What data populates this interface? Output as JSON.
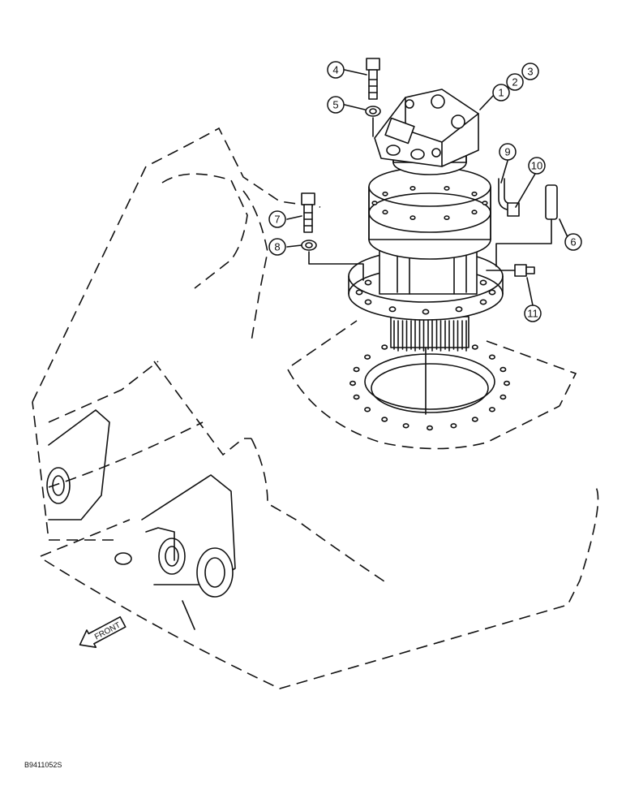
{
  "figure_id": "B9411052S",
  "front_label": "FRONT",
  "callouts": {
    "c1": "1",
    "c2": "2",
    "c3": "3",
    "c4": "4",
    "c5": "5",
    "c6": "6",
    "c7": "7",
    "c8": "8",
    "c9": "9",
    "c10": "10",
    "c11": "11"
  }
}
